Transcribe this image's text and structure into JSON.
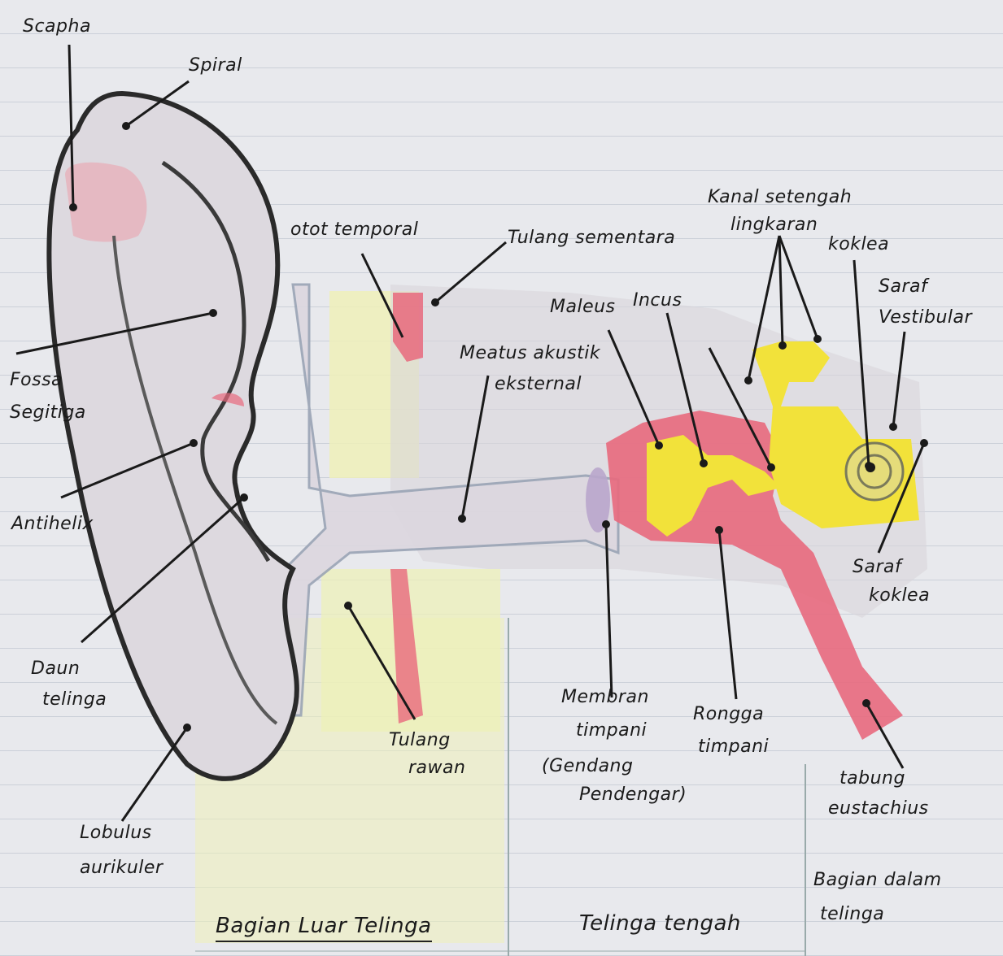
{
  "labels": {
    "scapha": "Scapha",
    "spiral": "Spiral",
    "fossa_line1": "Fossa",
    "fossa_line2": "Segitiga",
    "antihelix": "Antihelix",
    "daun_line1": "Daun",
    "daun_line2": "telinga",
    "lobulus_line1": "Lobulus",
    "lobulus_line2": "aurikuler",
    "otot_temporal": "otot temporal",
    "tulang_sementara": "Tulang sementara",
    "meatus_line1": "Meatus akustik",
    "meatus_line2": "eksternal",
    "maleus": "Maleus",
    "incus": "Incus",
    "kanal_line1": "Kanal setengah",
    "kanal_line2": "lingkaran",
    "koklea": "koklea",
    "saraf_vest_line1": "Saraf",
    "saraf_vest_line2": "Vestibular",
    "saraf_koklea_line1": "Saraf",
    "saraf_koklea_line2": "koklea",
    "tulang_rawan_line1": "Tulang",
    "tulang_rawan_line2": "rawan",
    "membran_line1": "Membran",
    "membran_line2": "timpani",
    "membran_line3": "(Gendang",
    "membran_line4": "Pendengar)",
    "rongga_line1": "Rongga",
    "rongga_line2": "timpani",
    "tabung_line1": "tabung",
    "tabung_line2": "eustachius"
  },
  "sections": {
    "outer": "Bagian Luar Telinga",
    "middle": "Telinga tengah",
    "inner_line1": "Bagian dalam",
    "inner_line2": "telinga"
  },
  "colors": {
    "paper": "#e8e9ed",
    "pink": "#e8697d",
    "yellow": "#f2e23a",
    "pale_yellow": "#eef0b8",
    "ink": "#1a1a1a"
  }
}
